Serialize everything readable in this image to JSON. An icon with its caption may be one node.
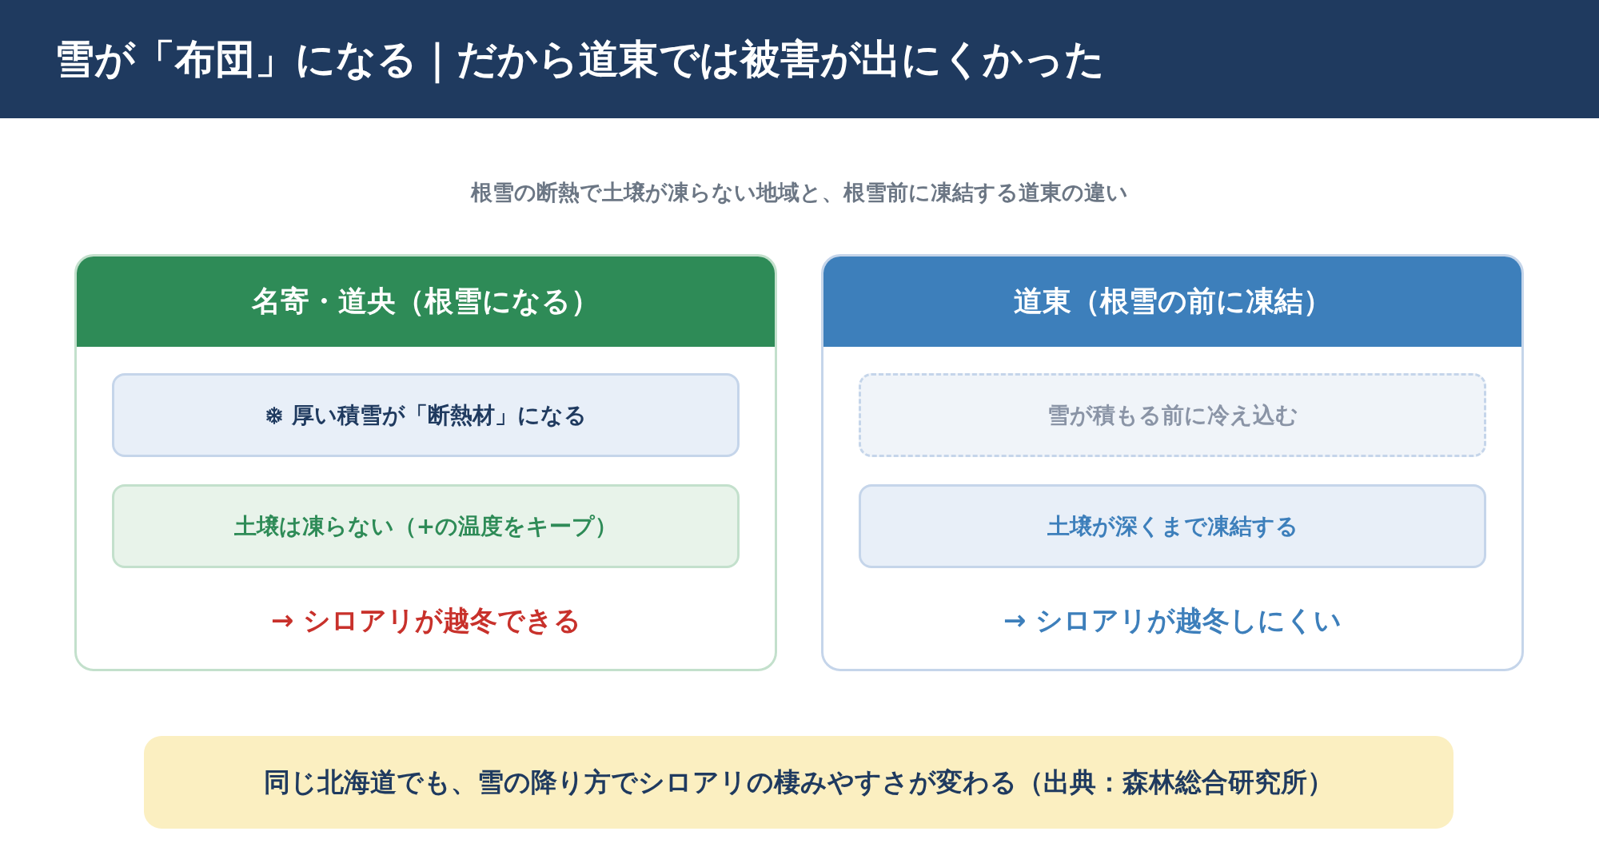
{
  "diagram": {
    "title": "雪が「布団」になる｜だから道東では被害が出にくかった",
    "nodes": [
      {
        "text": [
          "名寄・道央（根雪になる）",
          "→ シロアリが越冬できる"
        ]
      },
      {
        "text": [
          "厚い積雪が「断熱材」になる"
        ],
        "in": 0
      },
      {
        "text": [
          "土壌は凍らない（+の温度をキープ）"
        ],
        "in": 0
      },
      {
        "text": [
          "道東（根雪の前に凍結）",
          "→ シロアリが越冬しにくい"
        ]
      },
      {
        "text": [
          "雪が積もる前に冷え込む"
        ],
        "in": 3
      },
      {
        "text": [
          "土壌が深くまで凍結する"
        ],
        "in": 3
      },
      {
        "text": [
          "同じ北海道でも、雪の降り方でシロアリの棲みやすさが変わる（出典：森林総合研究所）"
        ]
      }
    ],
    "edges": [],
    "labels": [
      "根雪の断熱で土壌が凍らない地域と、根雪前に凍結する道東の違い"
    ]
  }
}
